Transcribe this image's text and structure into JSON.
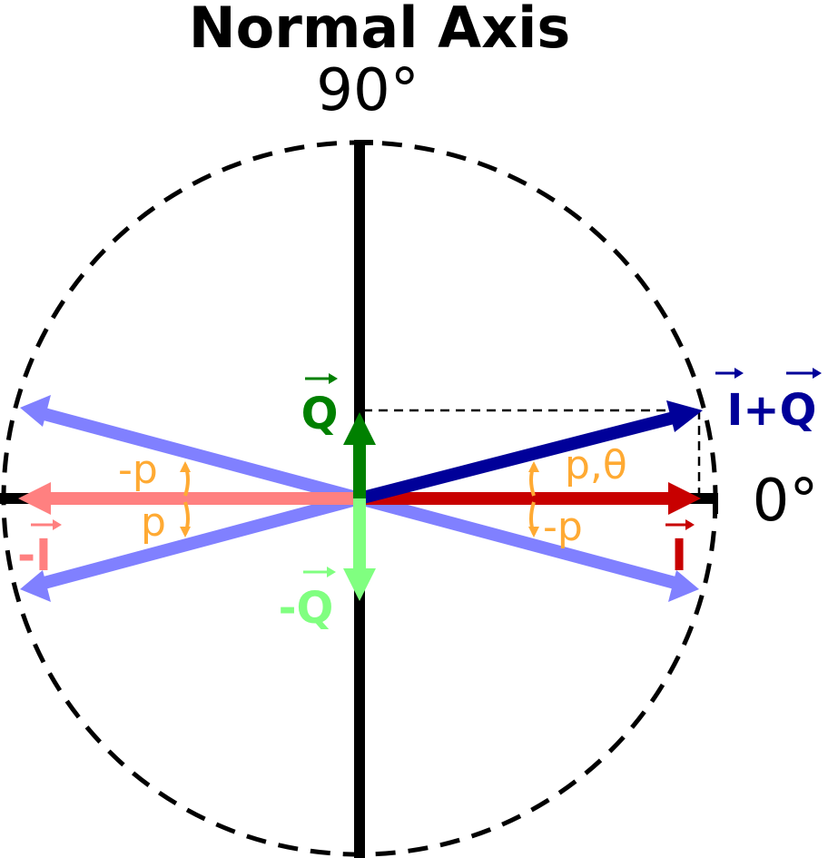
{
  "title": "Normal Axis",
  "axis_labels": {
    "top": "90°",
    "right": "0°"
  },
  "vectors": {
    "q": "Q",
    "neg_q": "-Q",
    "i": "I",
    "neg_i": "-I",
    "i_plus_q": "I+Q"
  },
  "angle_labels": {
    "p_theta": "p,θ",
    "neg_p_right": "-p",
    "neg_p_left": "-p",
    "p_left": "p"
  },
  "colors": {
    "axis": "#000000",
    "circle": "#000000",
    "q": "#008000",
    "neg_q": "#80ff80",
    "i": "#c80000",
    "neg_i": "#ff8080",
    "i_plus_q": "#000099",
    "mirror": "#8080ff",
    "angle": "#ffaa33"
  }
}
